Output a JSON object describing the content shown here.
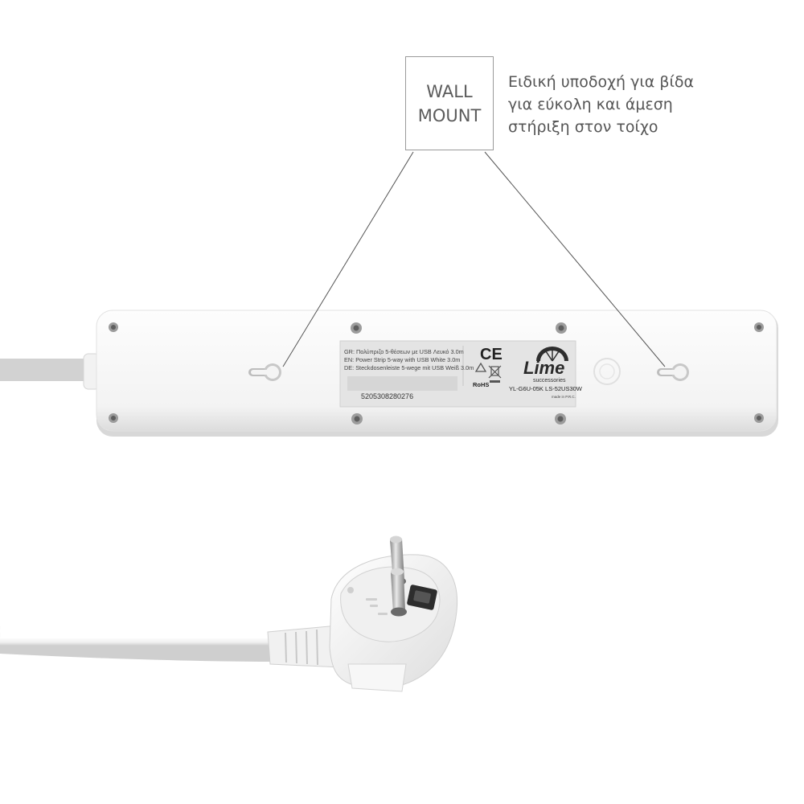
{
  "callout": {
    "title_line1": "WALL",
    "title_line2": "MOUNT",
    "description": [
      "Ειδική υποδοχή για βίδα",
      "για εύκολη και άμεση",
      "στήριξη στον τοίχο"
    ]
  },
  "product_label": {
    "gr": "GR: Πολύπριζο 5-θέσεων με USB Λευκό 3.0m",
    "en": "EN: Power Strip 5-way with USB White 3.0m",
    "de": "DE: Steckdosenleiste 5-wege mit USB Weiß 3.0m",
    "barcode_number": "5205308280276",
    "ce_mark": "CE",
    "rohs": "RoHS",
    "brand": "Lime",
    "brand_tagline": "successories",
    "model": "YL-G6U-05K  LS-52US30W",
    "made_in": "made in P.R.C."
  },
  "colors": {
    "background": "#ffffff",
    "plastic": "#f6f6f6",
    "plastic_shadow": "#dcdcdc",
    "label_bg": "#e4e4e4",
    "leader_line": "#555555"
  }
}
